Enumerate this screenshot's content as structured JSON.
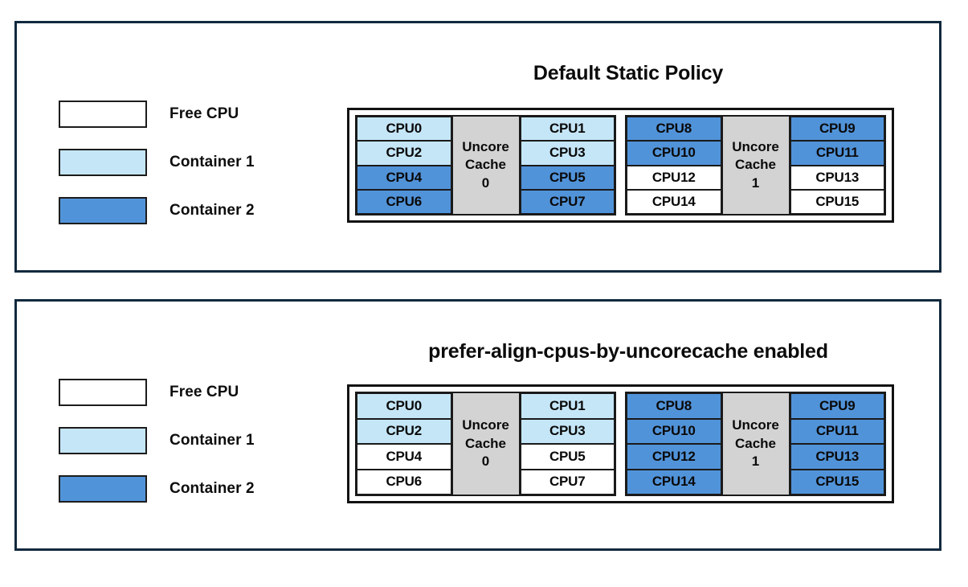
{
  "legend": {
    "items": [
      {
        "label": "Free CPU",
        "color": "#ffffff"
      },
      {
        "label": "Container 1",
        "color": "#c5e6f7"
      },
      {
        "label": "Container 2",
        "color": "#5193d9"
      }
    ]
  },
  "panels": [
    {
      "id": "top",
      "title": "Default Static Policy",
      "caches": [
        {
          "name_line1": "Uncore",
          "name_line2": "Cache",
          "name_line3": "0",
          "left_column": [
            {
              "label": "CPU0",
              "state": "Container 1",
              "color": "#c5e6f7"
            },
            {
              "label": "CPU2",
              "state": "Container 1",
              "color": "#c5e6f7"
            },
            {
              "label": "CPU4",
              "state": "Container 2",
              "color": "#5193d9"
            },
            {
              "label": "CPU6",
              "state": "Container 2",
              "color": "#5193d9"
            }
          ],
          "right_column": [
            {
              "label": "CPU1",
              "state": "Container 1",
              "color": "#c5e6f7"
            },
            {
              "label": "CPU3",
              "state": "Container 1",
              "color": "#c5e6f7"
            },
            {
              "label": "CPU5",
              "state": "Container 2",
              "color": "#5193d9"
            },
            {
              "label": "CPU7",
              "state": "Container 2",
              "color": "#5193d9"
            }
          ]
        },
        {
          "name_line1": "Uncore",
          "name_line2": "Cache",
          "name_line3": "1",
          "left_column": [
            {
              "label": "CPU8",
              "state": "Container 2",
              "color": "#5193d9"
            },
            {
              "label": "CPU10",
              "state": "Container 2",
              "color": "#5193d9"
            },
            {
              "label": "CPU12",
              "state": "Free CPU",
              "color": "#ffffff"
            },
            {
              "label": "CPU14",
              "state": "Free CPU",
              "color": "#ffffff"
            }
          ],
          "right_column": [
            {
              "label": "CPU9",
              "state": "Container 2",
              "color": "#5193d9"
            },
            {
              "label": "CPU11",
              "state": "Container 2",
              "color": "#5193d9"
            },
            {
              "label": "CPU13",
              "state": "Free CPU",
              "color": "#ffffff"
            },
            {
              "label": "CPU15",
              "state": "Free CPU",
              "color": "#ffffff"
            }
          ]
        }
      ]
    },
    {
      "id": "bottom",
      "title": "prefer-align-cpus-by-uncorecache enabled",
      "caches": [
        {
          "name_line1": "Uncore",
          "name_line2": "Cache",
          "name_line3": "0",
          "left_column": [
            {
              "label": "CPU0",
              "state": "Container 1",
              "color": "#c5e6f7"
            },
            {
              "label": "CPU2",
              "state": "Container 1",
              "color": "#c5e6f7"
            },
            {
              "label": "CPU4",
              "state": "Free CPU",
              "color": "#ffffff"
            },
            {
              "label": "CPU6",
              "state": "Free CPU",
              "color": "#ffffff"
            }
          ],
          "right_column": [
            {
              "label": "CPU1",
              "state": "Container 1",
              "color": "#c5e6f7"
            },
            {
              "label": "CPU3",
              "state": "Container 1",
              "color": "#c5e6f7"
            },
            {
              "label": "CPU5",
              "state": "Free CPU",
              "color": "#ffffff"
            },
            {
              "label": "CPU7",
              "state": "Free CPU",
              "color": "#ffffff"
            }
          ]
        },
        {
          "name_line1": "Uncore",
          "name_line2": "Cache",
          "name_line3": "1",
          "left_column": [
            {
              "label": "CPU8",
              "state": "Container 2",
              "color": "#5193d9"
            },
            {
              "label": "CPU10",
              "state": "Container 2",
              "color": "#5193d9"
            },
            {
              "label": "CPU12",
              "state": "Container 2",
              "color": "#5193d9"
            },
            {
              "label": "CPU14",
              "state": "Container 2",
              "color": "#5193d9"
            }
          ],
          "right_column": [
            {
              "label": "CPU9",
              "state": "Container 2",
              "color": "#5193d9"
            },
            {
              "label": "CPU11",
              "state": "Container 2",
              "color": "#5193d9"
            },
            {
              "label": "CPU13",
              "state": "Container 2",
              "color": "#5193d9"
            },
            {
              "label": "CPU15",
              "state": "Container 2",
              "color": "#5193d9"
            }
          ]
        }
      ]
    }
  ],
  "colors": {
    "panel_border": "#11293d",
    "cell_border": "#1a1a1a",
    "cache_fill": "#d3d3d3",
    "free_cpu": "#ffffff",
    "container1": "#c5e6f7",
    "container2": "#5193d9"
  }
}
